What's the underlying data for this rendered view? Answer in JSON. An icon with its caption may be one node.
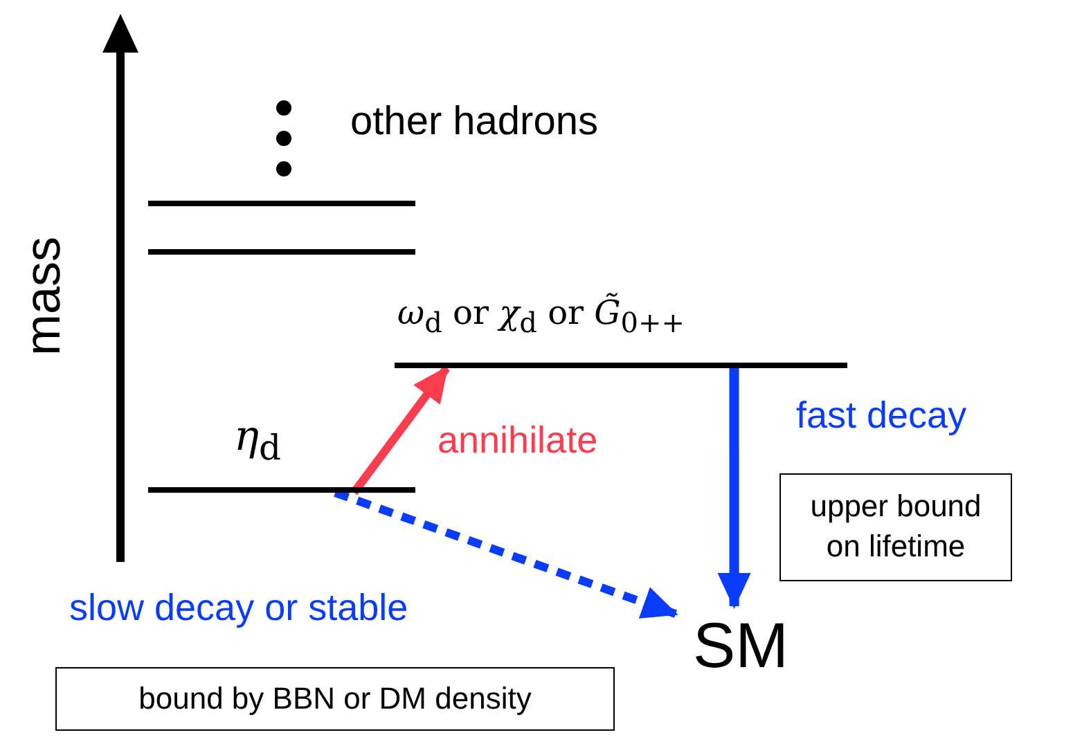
{
  "diagram": {
    "nodes": [
      {
        "text": [],
        "shape": "bar"
      },
      {
        "text": [],
        "shape": "bar"
      },
      {
        "text": [
          "*ω*$_{d}$ or *χ*$_{d}$ or *G̃*$_{0++}$"
        ]
      },
      {
        "text": [
          "*η*$_{d}$"
        ]
      },
      {
        "text": [
          "upper bound on lifetime"
        ]
      },
      {
        "text": [
          "SM"
        ]
      },
      {
        "text": [
          "bound by BBN or DM density"
        ]
      }
    ],
    "edges": [
      {
        "from": 3,
        "to": 2,
        "arrow": "to",
        "label": "annihilate",
        "color": "#ff3b4e"
      },
      {
        "from": 2,
        "to": 5,
        "arrow": "to",
        "label": "fast decay",
        "color": "#0a3cff"
      },
      {
        "from": 3,
        "to": 5,
        "arrow": "to",
        "label": "slow decay or stable",
        "style": "dashed",
        "color": "#0a3cff"
      }
    ],
    "labels": [
      "other hadrons",
      "mass"
    ]
  }
}
